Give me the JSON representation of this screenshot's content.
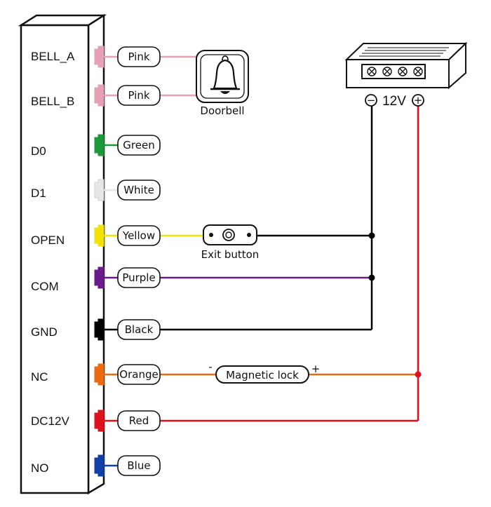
{
  "pins": [
    {
      "label": "BELL_A",
      "wire": "Pink",
      "color": "#e8a0b4"
    },
    {
      "label": "BELL_B",
      "wire": "Pink",
      "color": "#e8a0b4"
    },
    {
      "label": "D0",
      "wire": "Green",
      "color": "#1a9a3a"
    },
    {
      "label": "D1",
      "wire": "White",
      "color": "#e6e6e6"
    },
    {
      "label": "OPEN",
      "wire": "Yellow",
      "color": "#f2e200"
    },
    {
      "label": "COM",
      "wire": "Purple",
      "color": "#6a1b8a"
    },
    {
      "label": "GND",
      "wire": "Black",
      "color": "#000000"
    },
    {
      "label": "NC",
      "wire": "Orange",
      "color": "#ee6a10"
    },
    {
      "label": "DC12V",
      "wire": "Red",
      "color": "#e0101c"
    },
    {
      "label": "NO",
      "wire": "Blue",
      "color": "#1040a8"
    }
  ],
  "devices": {
    "doorbell": {
      "label": "Doorbell"
    },
    "exit_button": {
      "label": "Exit button"
    },
    "magnetic_lock": {
      "label": "Magnetic lock",
      "minus": "-",
      "plus": "+"
    },
    "power_supply": {
      "label": "12V",
      "minus": "−",
      "plus": "+"
    }
  }
}
